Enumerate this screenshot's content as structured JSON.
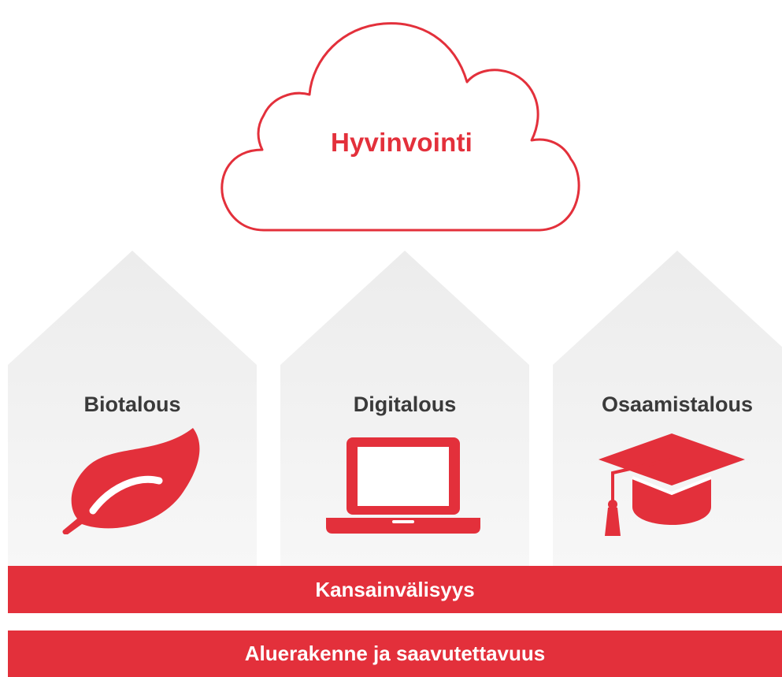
{
  "cloud": {
    "label": "Hyvinvointi"
  },
  "pillars": [
    {
      "title": "Biotalous",
      "icon": "leaf-icon"
    },
    {
      "title": "Digitalous",
      "icon": "laptop-icon"
    },
    {
      "title": "Osaamistalous",
      "icon": "graduation-cap-icon"
    }
  ],
  "bands": [
    {
      "label": "Kansainvälisyys"
    },
    {
      "label": "Aluerakenne ja saavutettavuus"
    }
  ],
  "colors": {
    "accent": "#e3303b",
    "pillar_top": "#eeeeee",
    "pillar_bottom": "#f6f6f6",
    "title_text": "#3a3a3a"
  }
}
